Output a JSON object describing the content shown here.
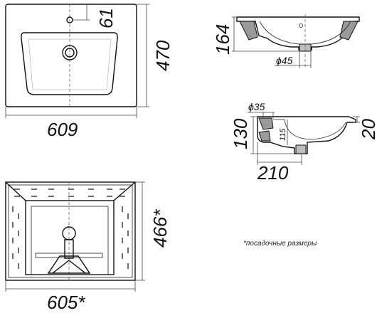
{
  "top_view": {
    "width": "609",
    "depth": "470",
    "tap_offset": "61"
  },
  "front_section": {
    "height": "164",
    "drain_diameter": "ϕ45"
  },
  "side_section": {
    "height": "130",
    "inner_depth": "115",
    "depth": "210",
    "rim": "20",
    "drain_diameter": "ϕ35"
  },
  "mounting_view": {
    "width": "605*",
    "depth": "466*"
  },
  "note": "*посадочные размеры"
}
